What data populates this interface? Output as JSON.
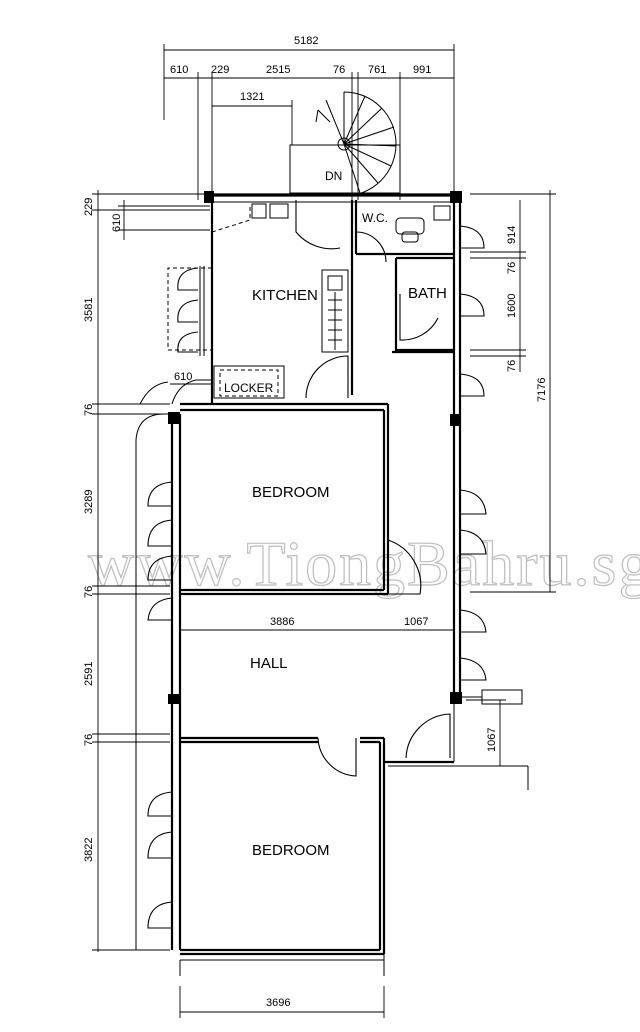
{
  "watermark": "www.TiongBahru.sg",
  "rooms": {
    "kitchen": "KITCHEN",
    "bath": "BATH",
    "wc": "W.C.",
    "locker": "LOCKER",
    "bedroom_upper": "BEDROOM",
    "hall": "HALL",
    "bedroom_lower": "BEDROOM",
    "stair_dn": "DN"
  },
  "dimensions": {
    "top_total": "5182",
    "top_segments": [
      "610",
      "229",
      "2515",
      "76",
      "761",
      "991"
    ],
    "top_sub": "1321",
    "left_side": [
      "229",
      "610",
      "3581",
      "76",
      "3289",
      "76",
      "2591",
      "76",
      "3822"
    ],
    "right_side": [
      "914",
      "76",
      "1600",
      "76"
    ],
    "right_total": "7176",
    "locker_width": "610",
    "hall_width": "3886",
    "hall_right": "1067",
    "entry_right": "1067",
    "bottom_width": "3696"
  }
}
